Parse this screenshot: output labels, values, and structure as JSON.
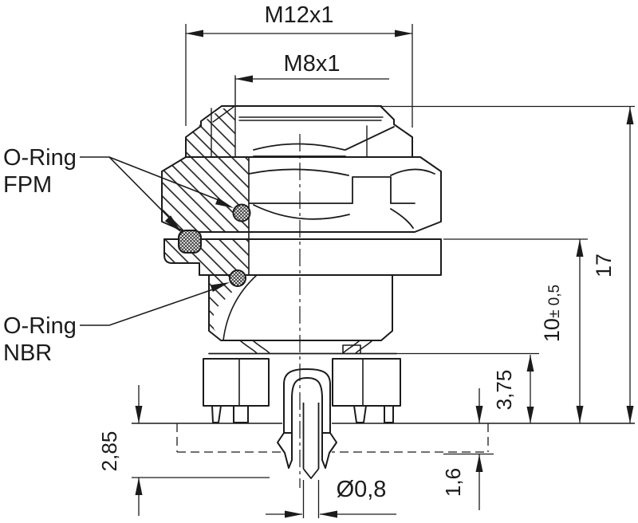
{
  "drawing": {
    "threads": {
      "outer": "M12x1",
      "inner": "M8x1"
    },
    "seals": {
      "fpm": {
        "line1": "O-Ring",
        "line2": "FPM"
      },
      "nbr": {
        "line1": "O-Ring",
        "line2": "NBR"
      }
    },
    "dims": {
      "total_height": "17",
      "mid_height": "10",
      "mid_height_tol": "± 0,5",
      "contact_height": "3,75",
      "pin_depth": "2,85",
      "board_thickness": "1,6",
      "pin_dia": "Ø0,8"
    },
    "colors": {
      "ink": "#1b1b1b",
      "paper": "#ffffff"
    }
  }
}
